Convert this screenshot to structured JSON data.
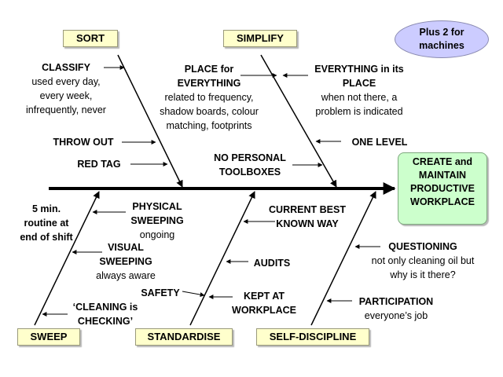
{
  "categories": {
    "sort": "SORT",
    "simplify": "SIMPLIFY",
    "sweep": "SWEEP",
    "standardise": "STANDARDISE",
    "self_discipline": "SELF-DISCIPLINE"
  },
  "note": "Plus 2 for machines",
  "goal": "CREATE and MAINTAIN PRODUCTIVE WORKPLACE",
  "causes": {
    "classify": {
      "title": "CLASSIFY",
      "detail": "used every day, every week, infrequently, never"
    },
    "throw_out": "THROW OUT",
    "red_tag": "RED TAG",
    "place_for_everything": {
      "title": "PLACE for EVERYTHING",
      "detail": "related to frequency, shadow boards, colour matching, footprints"
    },
    "everything_in_place": {
      "title": "EVERYTHING in its PLACE",
      "detail": "when not there, a problem is indicated"
    },
    "one_level": "ONE LEVEL",
    "no_personal_toolboxes": "NO PERSONAL TOOLBOXES",
    "five_min_routine": "5 min. routine at end of shift",
    "physical_sweeping": {
      "title": "PHYSICAL SWEEPING",
      "detail": "ongoing"
    },
    "visual_sweeping": {
      "title": "VISUAL SWEEPING",
      "detail": "always aware"
    },
    "cleaning_is_checking": "‘CLEANING is CHECKING’",
    "current_best_known_way": "CURRENT BEST KNOWN WAY",
    "audits": "AUDITS",
    "safety": "SAFETY",
    "kept_at_workplace": "KEPT AT WORKPLACE",
    "questioning": {
      "title": "QUESTIONING",
      "detail": "not only cleaning oil but why is it there?"
    },
    "participation": {
      "title": "PARTICIPATION",
      "detail": "everyone’s job"
    }
  }
}
